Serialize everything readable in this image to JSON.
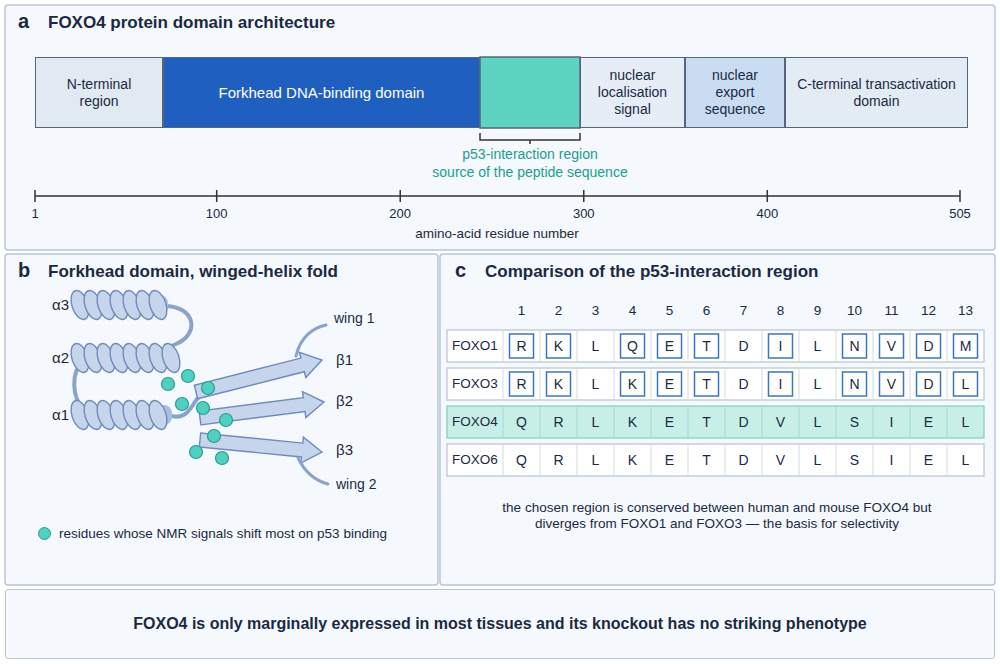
{
  "diagram": {
    "nodes": [
      {
        "text": [
          "a",
          "FOXO4 protein domain architecture"
        ]
      },
      {
        "text": [
          "N-terminal region"
        ],
        "in": 0
      },
      {
        "text": [
          "Forkhead DNA-binding domain"
        ],
        "in": 0
      },
      {
        "text": [
          "nuclear localisation signal"
        ],
        "in": 0
      },
      {
        "text": [
          "nuclear export sequence"
        ],
        "in": 0
      },
      {
        "text": [
          "C-terminal transactivation domain"
        ],
        "in": 0
      },
      {
        "text": [
          "b",
          "Forkhead domain, winged-helix fold"
        ]
      },
      {
        "text": [
          "c",
          "Comparison of the p53-interaction region"
        ]
      },
      {
        "text": [
          "FOXO4 is only marginally expressed in most tissues and its knockout has no striking phenotype"
        ]
      }
    ],
    "labels": [
      "p53-interaction region",
      "source of the peptide sequence",
      "1",
      "100",
      "200",
      "300",
      "400",
      "505",
      "amino-acid residue number",
      "α3",
      "α2",
      "α1",
      "wing 1",
      "β1",
      "β2",
      "β3",
      "wing 2",
      "1",
      "2",
      "3",
      "4",
      "5",
      "6",
      "7",
      "8",
      "9",
      "10",
      "11",
      "12",
      "13",
      "FOXO1",
      "R",
      "K",
      "L",
      "Q",
      "E",
      "T",
      "D",
      "I",
      "L",
      "N",
      "V",
      "D",
      "M",
      "FOXO3",
      "R",
      "K",
      "L",
      "K",
      "E",
      "T",
      "D",
      "I",
      "L",
      "N",
      "V",
      "D",
      "L",
      "FOXO4",
      "Q",
      "R",
      "L",
      "K",
      "E",
      "T",
      "D",
      "V",
      "L",
      "S",
      "I",
      "E",
      "L",
      "FOXO6",
      "Q",
      "R",
      "L",
      "K",
      "E",
      "T",
      "D",
      "V",
      "L",
      "S",
      "I",
      "E",
      "L",
      "the chosen region is conserved between human and mouse FOXO4 but diverges from FOXO1 and FOXO3 — the basis for selectivity"
    ],
    "legend": [
      {
        "text": "residues whose NMR signals shift most on p53 binding",
        "color": "#4fd1c2"
      }
    ]
  }
}
